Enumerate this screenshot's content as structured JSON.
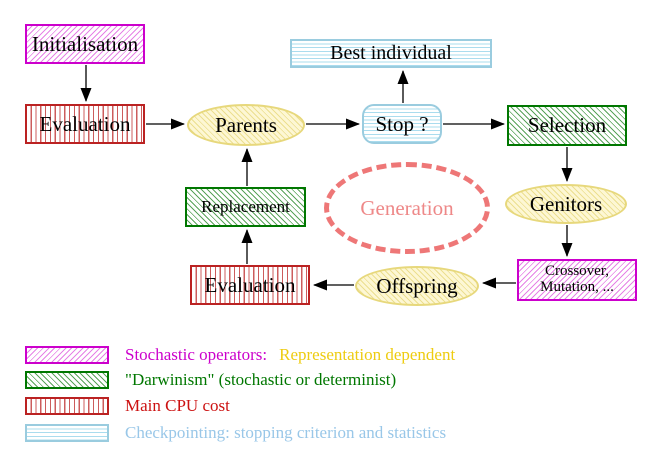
{
  "nodes": {
    "initialisation": {
      "label": "Initialisation"
    },
    "evaluation_top": {
      "label": "Evaluation"
    },
    "parents": {
      "label": "Parents"
    },
    "best_individual": {
      "label": "Best individual"
    },
    "stop": {
      "label": "Stop ?"
    },
    "selection": {
      "label": "Selection"
    },
    "genitors": {
      "label": "Genitors"
    },
    "crossover_mutation": {
      "label_line1": "Crossover,",
      "label_line2": "Mutation, ..."
    },
    "offspring": {
      "label": "Offspring"
    },
    "evaluation_bottom": {
      "label": "Evaluation"
    },
    "replacement": {
      "label": "Replacement"
    },
    "generation": {
      "label": "Generation"
    }
  },
  "legend": {
    "items": [
      {
        "swatch": "magenta-hatch",
        "label": "Stochastic operators:",
        "label2": "Representation dependent",
        "color": "#cc00cc",
        "color2": "#eecc11"
      },
      {
        "swatch": "green-hatch",
        "label": "\"Darwinism\" (stochastic or determinist)",
        "color": "#007700"
      },
      {
        "swatch": "red-stripes",
        "label": "Main CPU cost",
        "color": "#cc1111"
      },
      {
        "swatch": "cyan-stripes",
        "label": "Checkpointing: stopping criterion and statistics",
        "color": "#99c7e8"
      }
    ]
  },
  "colors": {
    "magenta_border": "#cc00cc",
    "magenta_hatch": "#e682e6",
    "red_border": "#bb2222",
    "red_stripe": "#cc5c5c",
    "green_border": "#007700",
    "green_hatch": "#5aa35a",
    "cyan_border": "#9accdf",
    "cyan_stripe": "#aadcee",
    "yellow_border": "#e7d87c",
    "yellow_fill": "#fdf7d4",
    "salmon_dashed": "#ee7777",
    "arrow": "#000000"
  }
}
